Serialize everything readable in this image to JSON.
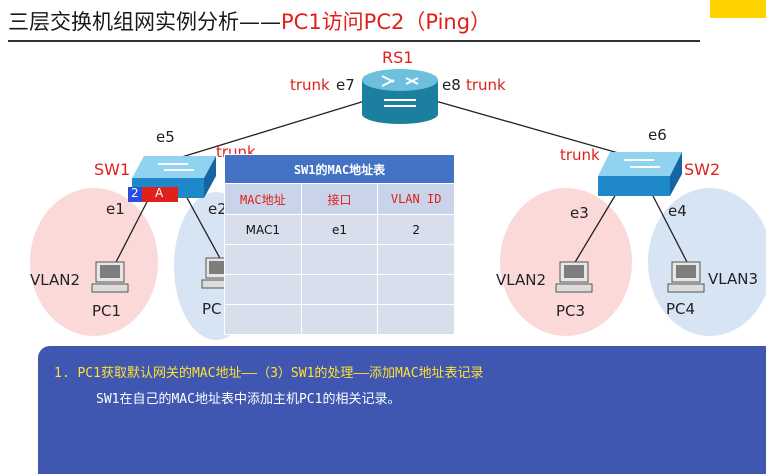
{
  "title": {
    "black": "三层交换机组网实例分析——",
    "red": "PC1访问PC2（Ping）"
  },
  "devices": {
    "router": "RS1",
    "sw1": "SW1",
    "sw2": "SW2"
  },
  "ports": {
    "e1": "e1",
    "e2": "e2",
    "e3": "e3",
    "e4": "e4",
    "e5": "e5",
    "e6": "e6",
    "e7": "e7",
    "e8": "e8"
  },
  "trunk": "trunk",
  "pcs": {
    "pc1": "PC1",
    "pc2": "PC",
    "pc3": "PC3",
    "pc4": "PC4"
  },
  "vlans": {
    "left": "VLAN2",
    "sw2_left": "VLAN2",
    "right": "VLAN3"
  },
  "port_badge": {
    "num": "2",
    "letter": "A"
  },
  "mac_table": {
    "caption": "SW1的MAC地址表",
    "headers": [
      "MAC地址",
      "接口",
      "VLAN ID"
    ],
    "rows": [
      [
        "MAC1",
        "e1",
        "2"
      ]
    ]
  },
  "info": {
    "line1": "1.  PC1获取默认网关的MAC地址——（3）SW1的处理——添加MAC地址表记录",
    "line2": "SW1在自己的MAC地址表中添加主机PC1的相关记录。"
  },
  "colors": {
    "accent_red": "#e0201a",
    "table_blue": "#4472c4",
    "panel_blue": "#3f57b0",
    "vlan2_fill": "#fbd9d9",
    "vlan3_fill": "#d6e4f3"
  }
}
